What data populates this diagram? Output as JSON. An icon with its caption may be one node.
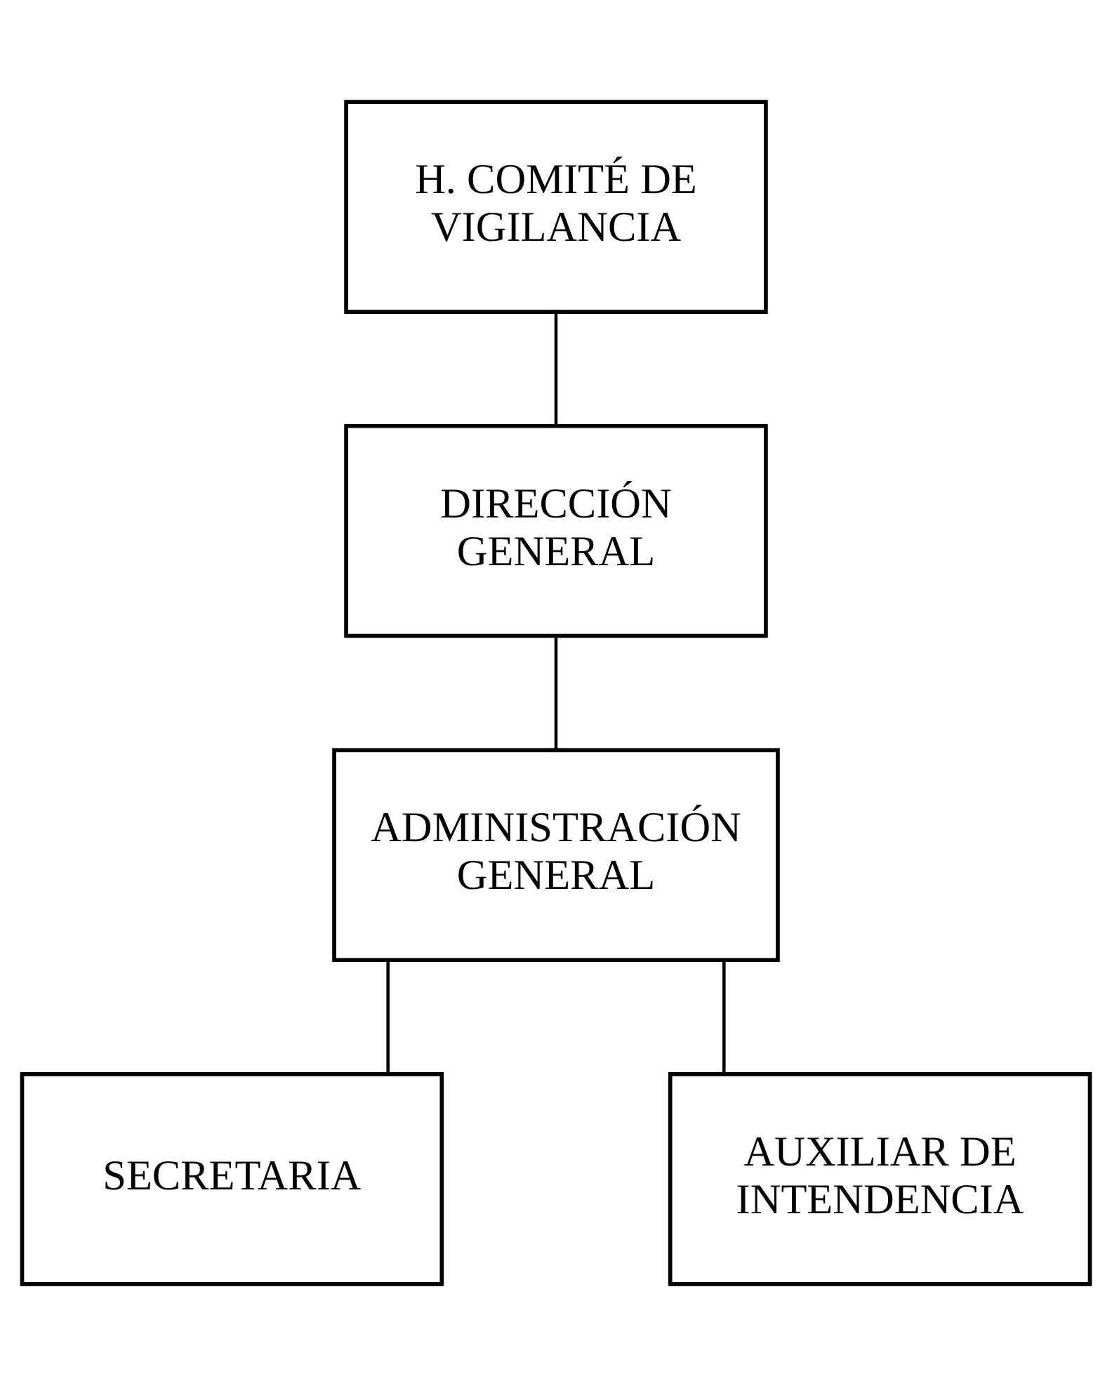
{
  "diagram": {
    "nodes": [
      {
        "text": [
          "H. COMITÉ DE VIGILANCIA"
        ]
      },
      {
        "text": [
          "DIRECCIÓN GENERAL"
        ]
      },
      {
        "text": [
          "ADMINISTRACIÓN GENERAL"
        ]
      },
      {
        "text": [
          "SECRETARIA"
        ]
      },
      {
        "text": [
          "AUXILIAR DE INTENDENCIA"
        ]
      }
    ],
    "edges": [
      {
        "from": 0,
        "to": 1,
        "arrow": "none"
      },
      {
        "from": 1,
        "to": 2,
        "arrow": "none"
      },
      {
        "from": 2,
        "to": 3,
        "arrow": "none"
      },
      {
        "from": 2,
        "to": 4,
        "arrow": "none"
      }
    ]
  }
}
